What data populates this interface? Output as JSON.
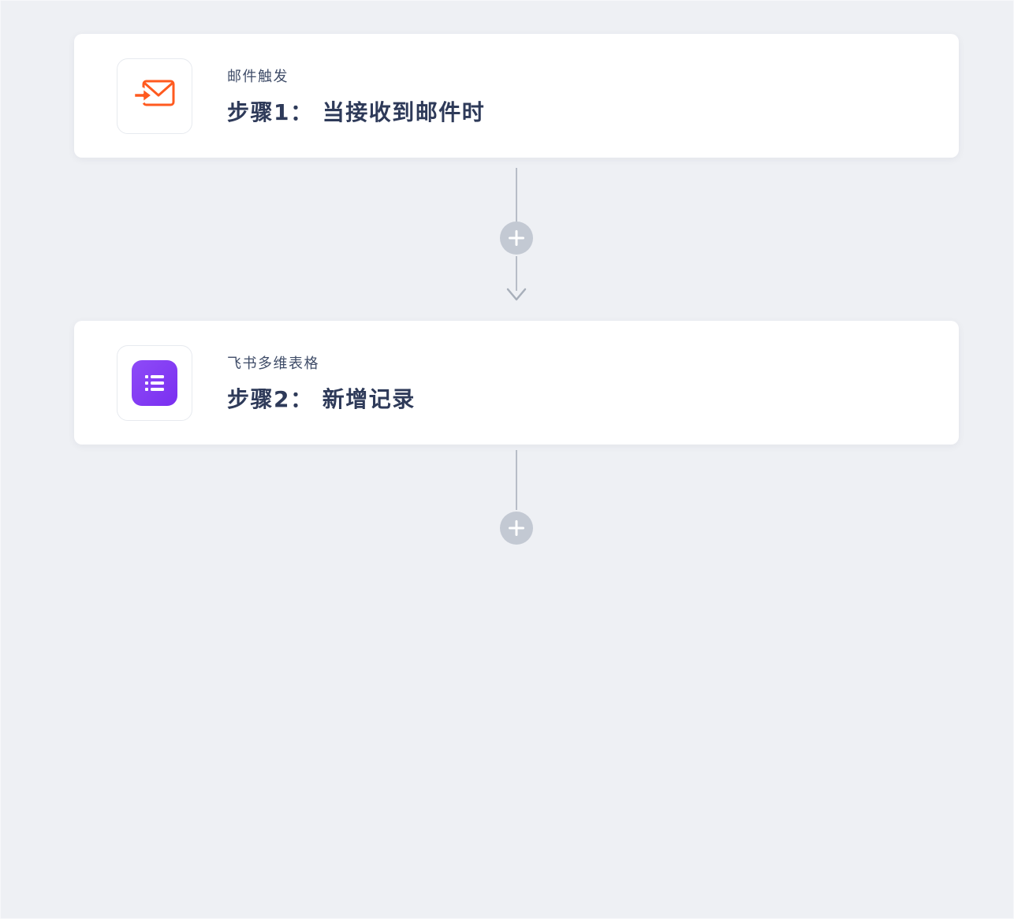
{
  "workflow": {
    "steps": [
      {
        "app_label": "邮件触发",
        "title": "步骤1： 当接收到邮件时",
        "icon": "email-trigger-icon",
        "accent_color": "#ff5a1f"
      },
      {
        "app_label": "飞书多维表格",
        "title": "步骤2： 新增记录",
        "icon": "bitable-icon",
        "accent_color": "#7f3bf5"
      }
    ],
    "add_step_icon": "plus-icon",
    "arrow_icon": "arrow-down-icon",
    "colors": {
      "canvas_background": "#eef0f4",
      "card_background": "#ffffff",
      "connector": "#b7bdc7",
      "add_button": "#c3c9d3",
      "title_text": "#2e3a59",
      "label_text": "#3f4c68"
    }
  }
}
